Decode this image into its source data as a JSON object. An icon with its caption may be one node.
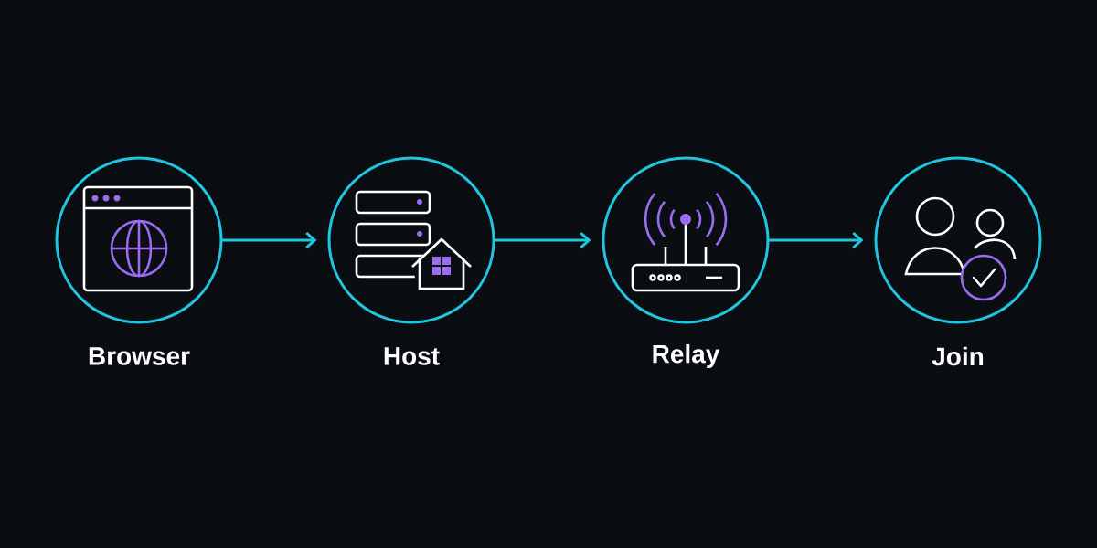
{
  "diagram": {
    "nodes": [
      {
        "text": [
          "Browser"
        ]
      },
      {
        "text": [
          "Host"
        ]
      },
      {
        "text": [
          "Relay"
        ]
      },
      {
        "text": [
          "Join"
        ]
      }
    ],
    "edges": [
      {
        "from": 0,
        "to": 1,
        "arrow": "to"
      },
      {
        "from": 1,
        "to": 2,
        "arrow": "to"
      },
      {
        "from": 2,
        "to": 3,
        "arrow": "to"
      }
    ]
  }
}
